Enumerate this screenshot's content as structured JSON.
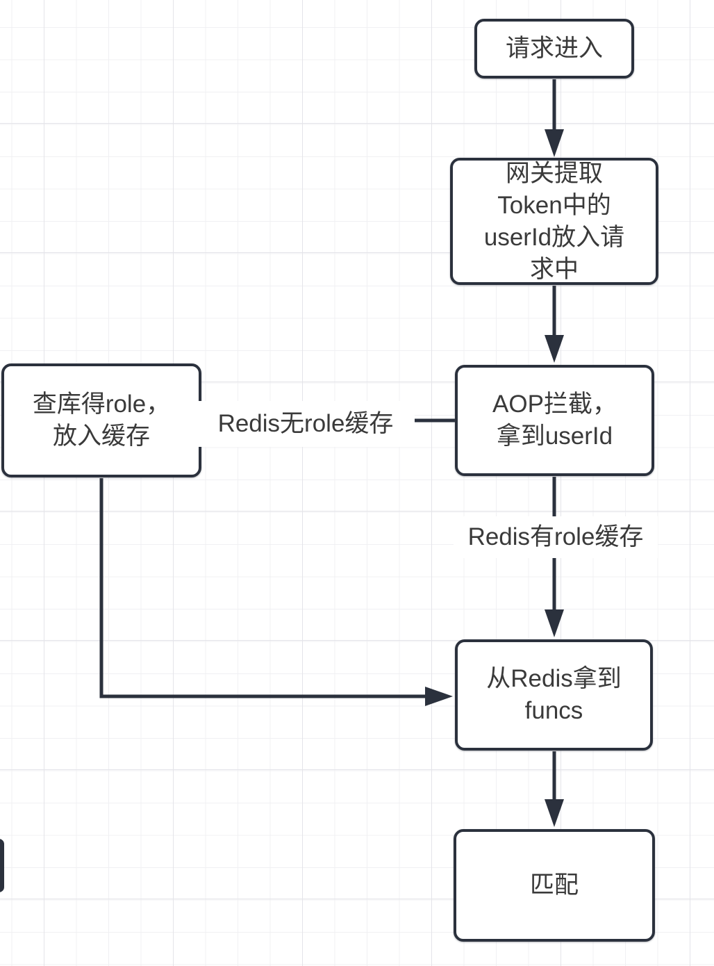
{
  "canvas": {
    "background_color": "#ffffff",
    "grid_minor_color": "#f0f0f3",
    "grid_major_color": "#e4e4e9",
    "stroke_color": "#2b313d",
    "text_color": "#3a3a3a",
    "node_fill_color": "#ffffff"
  },
  "nodes": [
    {
      "id": "start",
      "label": "请求进入"
    },
    {
      "id": "gateway",
      "label": "网关提取\nToken中的\nuserId放入请\n求中"
    },
    {
      "id": "aop",
      "label": "AOP拦截，\n拿到userId"
    },
    {
      "id": "query-db",
      "label": "查库得role，\n放入缓存"
    },
    {
      "id": "get-funcs",
      "label": "从Redis拿到\nfuncs"
    },
    {
      "id": "match",
      "label": "匹配"
    }
  ],
  "edges": [
    {
      "from": "start",
      "to": "gateway",
      "label": ""
    },
    {
      "from": "gateway",
      "to": "aop",
      "label": ""
    },
    {
      "from": "aop",
      "to": "query-db",
      "label": "Redis无role缓存"
    },
    {
      "from": "aop",
      "to": "get-funcs",
      "label": "Redis有role缓存"
    },
    {
      "from": "query-db",
      "to": "get-funcs",
      "label": ""
    },
    {
      "from": "get-funcs",
      "to": "match",
      "label": ""
    }
  ]
}
